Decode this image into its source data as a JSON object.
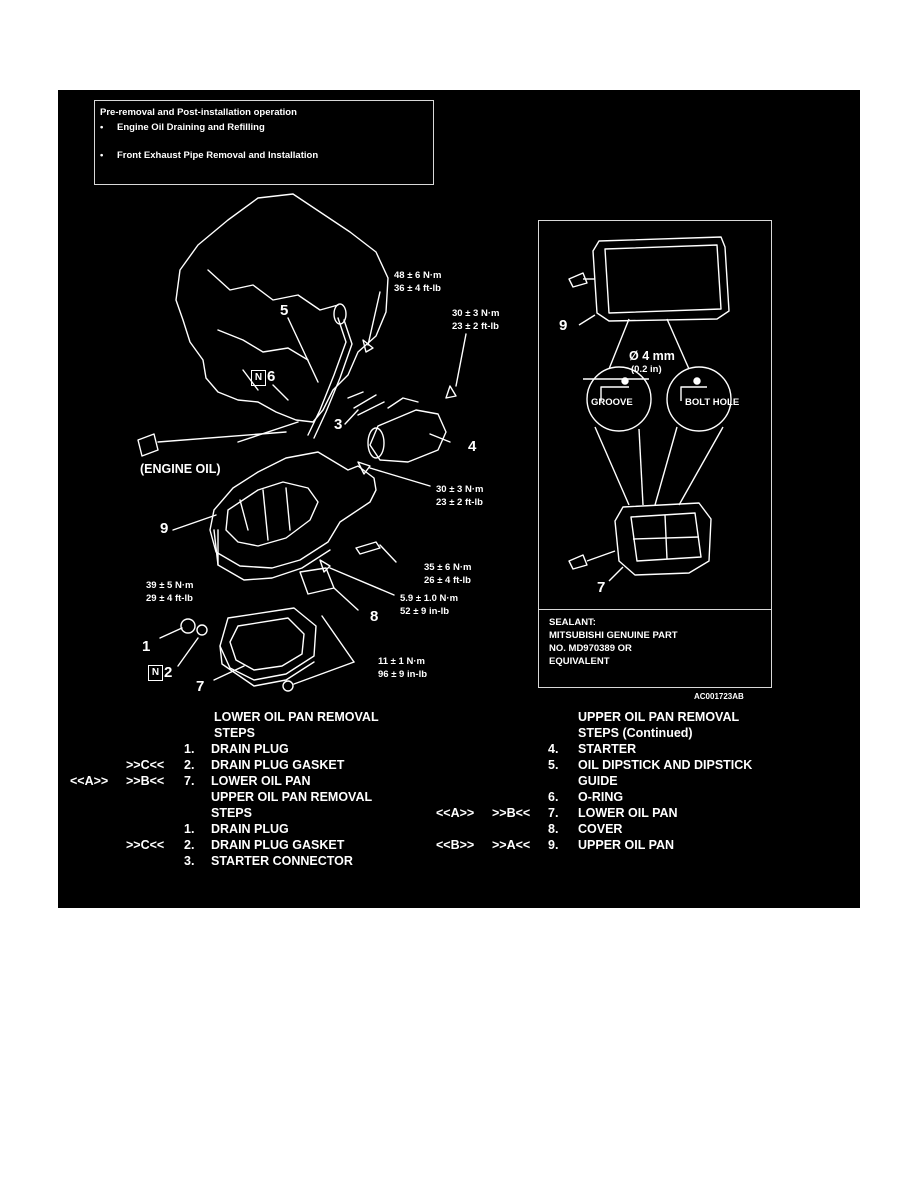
{
  "preop": {
    "title": "Pre-removal and Post-installation operation",
    "item1": "Engine Oil Draining and Refilling",
    "item2": "Front Exhaust Pipe Removal and Installation"
  },
  "callouts": {
    "n5": "5",
    "n6": "6",
    "n3": "3",
    "n4": "4",
    "n9": "9",
    "n1": "1",
    "n2": "2",
    "n7": "7",
    "n8": "8",
    "inset_n9": "9",
    "inset_n7": "7",
    "engine_oil": "(ENGINE OIL)",
    "n_mark": "N"
  },
  "torques": {
    "t1a": "48 ± 6 N·m",
    "t1b": "36 ± 4 ft-lb",
    "t2a": "30 ± 3 N·m",
    "t2b": "23 ± 2 ft-lb",
    "t3a": "30 ± 3 N·m",
    "t3b": "23 ± 2 ft-lb",
    "t4a": "35 ± 6 N·m",
    "t4b": "26 ± 4 ft-lb",
    "t5a": "5.9 ± 1.0 N·m",
    "t5b": "52 ± 9 in-lb",
    "t6a": "39 ± 5 N·m",
    "t6b": "29 ± 4 ft-lb",
    "t7a": "11 ± 1 N·m",
    "t7b": "96 ± 9 in-lb"
  },
  "inset": {
    "dia1": "Ø 4 mm",
    "dia2": "(0.2 in)",
    "groove": "GROOVE",
    "bolthole": "BOLT HOLE",
    "sealant1": "SEALANT:",
    "sealant2": "MITSUBISHI GENUINE PART",
    "sealant3": "NO. MD970389 OR",
    "sealant4": "EQUIVALENT"
  },
  "fig_code": "AC001723AB",
  "steps_left": {
    "head1": "LOWER OIL PAN REMOVAL",
    "head1b": "STEPS",
    "rows": [
      {
        "m1": "",
        "m2": "",
        "num": "1.",
        "label": "DRAIN PLUG"
      },
      {
        "m1": "",
        "m2": ">>C<<",
        "num": "2.",
        "label": "DRAIN PLUG GASKET"
      },
      {
        "m1": "<<A>>",
        "m2": ">>B<<",
        "num": "7.",
        "label": "LOWER OIL PAN"
      }
    ],
    "head2": "UPPER OIL PAN REMOVAL",
    "head2b": "STEPS",
    "rows2": [
      {
        "m1": "",
        "m2": "",
        "num": "1.",
        "label": "DRAIN PLUG"
      },
      {
        "m1": "",
        "m2": ">>C<<",
        "num": "2.",
        "label": "DRAIN PLUG GASKET"
      },
      {
        "m1": "",
        "m2": "",
        "num": "3.",
        "label": "STARTER CONNECTOR"
      }
    ]
  },
  "steps_right": {
    "head1": "UPPER OIL PAN REMOVAL",
    "head1b": "STEPS (Continued)",
    "rows": [
      {
        "m1": "",
        "m2": "",
        "num": "4.",
        "label": "STARTER"
      },
      {
        "m1": "",
        "m2": "",
        "num": "5.",
        "label": "OIL DIPSTICK AND DIPSTICK"
      },
      {
        "m1": "",
        "m2": "",
        "num": "",
        "label": "GUIDE"
      },
      {
        "m1": "",
        "m2": "",
        "num": "6.",
        "label": "O-RING"
      },
      {
        "m1": "<<A>>",
        "m2": ">>B<<",
        "num": "7.",
        "label": "LOWER OIL PAN"
      },
      {
        "m1": "",
        "m2": "",
        "num": "8.",
        "label": "COVER"
      },
      {
        "m1": "<<B>>",
        "m2": ">>A<<",
        "num": "9.",
        "label": "UPPER OIL PAN"
      }
    ]
  }
}
